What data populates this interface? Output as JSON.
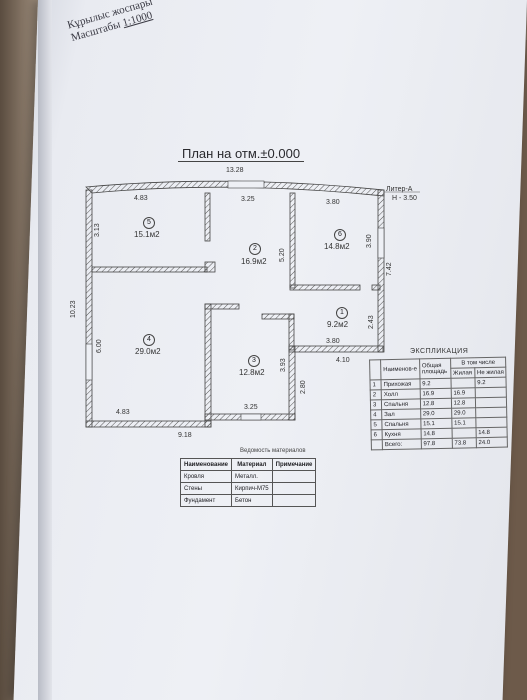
{
  "stamp": {
    "line1": "Кұрылыс жоспары",
    "scale_label": "Масштабы",
    "scale_value": "1:1000"
  },
  "plan_title": "План на отм.±0.000",
  "litera": {
    "label": "Литер-А",
    "height": "Н - 3.50"
  },
  "dimensions": {
    "top_total": "13.28",
    "bottom_total": "9.18",
    "left_total": "10.23",
    "room5_top": "4.83",
    "room5_side": "3.13",
    "room2_top": "3.25",
    "room2_side": "5.20",
    "room6_top": "3.80",
    "room6_side": "3.90",
    "right_side": "7.42",
    "room4_side": "6.00",
    "room4_bottom": "4.83",
    "room3_bottom": "3.25",
    "room3_side": "3.93",
    "room3_right": "2.80",
    "room1_side": "2.43",
    "room1_bottom": "3.80",
    "step": "4.10"
  },
  "rooms": [
    {
      "num": "5",
      "area": "15.1м2"
    },
    {
      "num": "2",
      "area": "16.9м2"
    },
    {
      "num": "6",
      "area": "14.8м2"
    },
    {
      "num": "1",
      "area": "9.2м2"
    },
    {
      "num": "4",
      "area": "29.0м2"
    },
    {
      "num": "3",
      "area": "12.8м2"
    }
  ],
  "materials": {
    "caption": "Ведомость материалов",
    "headers": [
      "Наименование",
      "Материал",
      "Примечание"
    ],
    "rows": [
      {
        "name": "Кровля",
        "material": "Металл.",
        "note": ""
      },
      {
        "name": "Стены",
        "material": "Кирпич-М75",
        "note": ""
      },
      {
        "name": "Фундамент",
        "material": "Бетон",
        "note": ""
      }
    ]
  },
  "explication": {
    "title": "ЭКСПЛИКАЦИЯ",
    "header_name": "Наименов-е",
    "header_total": "Общая площадь",
    "header_group": "В том числе",
    "header_living": "Жилая",
    "header_nonliving": "Не жилая",
    "rows": [
      {
        "n": "1",
        "name": "Прихожая",
        "total": "9.2",
        "living": "",
        "nonliving": "9.2"
      },
      {
        "n": "2",
        "name": "Холл",
        "total": "16.9",
        "living": "16.9",
        "nonliving": ""
      },
      {
        "n": "3",
        "name": "Спальня",
        "total": "12.8",
        "living": "12.8",
        "nonliving": ""
      },
      {
        "n": "4",
        "name": "Зал",
        "total": "29.0",
        "living": "29.0",
        "nonliving": ""
      },
      {
        "n": "5",
        "name": "Спальня",
        "total": "15.1",
        "living": "15.1",
        "nonliving": ""
      },
      {
        "n": "6",
        "name": "Кухня",
        "total": "14.8",
        "living": "",
        "nonliving": "14.8"
      }
    ],
    "total": {
      "label": "Всего:",
      "total": "97.8",
      "living": "73.8",
      "nonliving": "24.0"
    }
  }
}
